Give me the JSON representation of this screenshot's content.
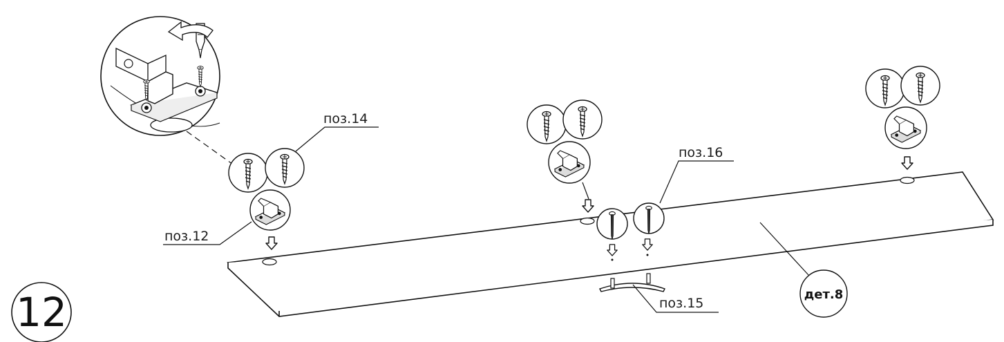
{
  "step_number": "12",
  "labels": {
    "pos12": "поз.12",
    "pos14": "поз.14",
    "pos15": "поз.15",
    "pos16": "поз.16",
    "part8": "дет.8"
  }
}
